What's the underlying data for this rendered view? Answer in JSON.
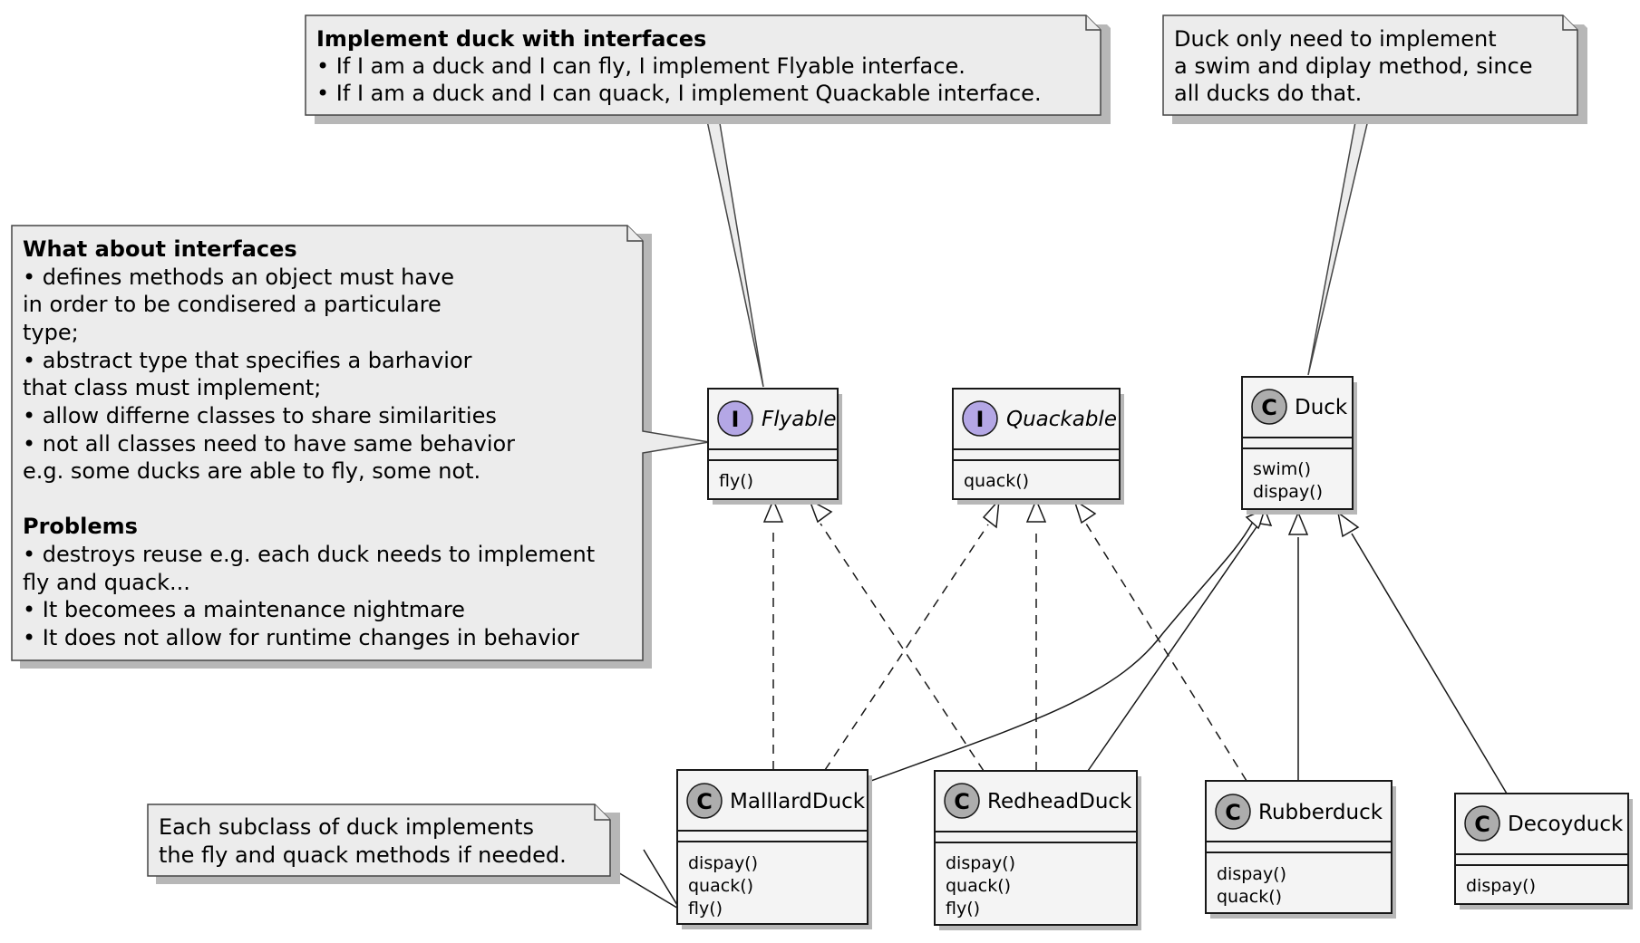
{
  "notes": {
    "interfaces_impl": {
      "title": "Implement duck with interfaces",
      "lines": [
        "• If I am a duck and I can fly, I implement Flyable interface.",
        "• If I am a duck and I can quack, I implement Quackable interface."
      ]
    },
    "duck_base": {
      "lines": [
        "Duck only need to implement",
        "a swim and diplay method, since",
        "all ducks do that."
      ]
    },
    "about_interfaces": {
      "title": "What about interfaces",
      "lines": [
        "• defines methods an object must have",
        "in order to be condisered a particulare",
        "type;",
        "• abstract type that specifies a barhavior",
        "that class must implement;",
        "• allow differne classes to share similarities",
        "• not all classes need to have same behavior",
        "e.g. some ducks are able to fly, some not."
      ],
      "problems_title": "Problems",
      "problems_lines": [
        "• destroys reuse e.g. each duck needs to implement",
        "fly and quack...",
        "• It becomees a maintenance nightmare",
        "• It does not allow for runtime changes in behavior"
      ]
    },
    "subclass": {
      "lines": [
        "Each subclass of duck implements",
        "the fly and quack methods if needed."
      ]
    }
  },
  "interfaces": {
    "flyable": {
      "stereotype": "I",
      "name": "Flyable",
      "methods": [
        "fly()"
      ]
    },
    "quackable": {
      "stereotype": "I",
      "name": "Quackable",
      "methods": [
        "quack()"
      ]
    }
  },
  "classes": {
    "duck": {
      "stereotype": "C",
      "name": "Duck",
      "methods": [
        "swim()",
        "dispay()"
      ]
    },
    "mallard": {
      "stereotype": "C",
      "name": "MalllardDuck",
      "methods": [
        "dispay()",
        "quack()",
        "fly()"
      ]
    },
    "redhead": {
      "stereotype": "C",
      "name": "RedheadDuck",
      "methods": [
        "dispay()",
        "quack()",
        "fly()"
      ]
    },
    "rubber": {
      "stereotype": "C",
      "name": "Rubberduck",
      "methods": [
        "dispay()",
        "quack()"
      ]
    },
    "decoy": {
      "stereotype": "C",
      "name": "Decoyduck",
      "methods": [
        "dispay()"
      ]
    }
  },
  "colors": {
    "note_fill": "#ececec",
    "box_fill": "#f4f4f4",
    "class_circle": "#adadad",
    "interface_circle": "#b4a7e5",
    "line": "#181818"
  }
}
